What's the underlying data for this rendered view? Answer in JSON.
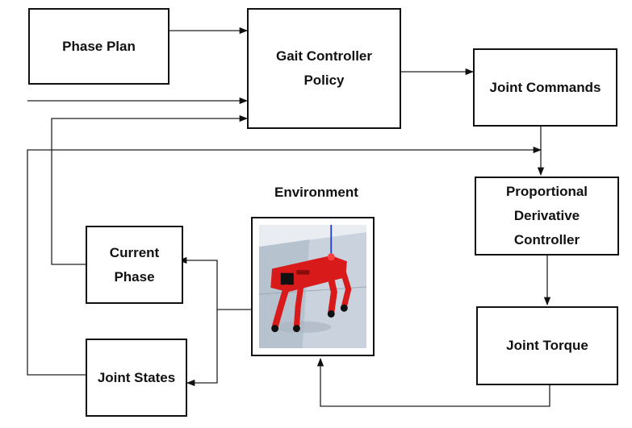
{
  "nodes": {
    "phase_plan": "Phase Plan",
    "gait_controller": "Gait Controller\nPolicy",
    "joint_commands": "Joint Commands",
    "pd_controller": "Proportional\nDerivative\nController",
    "joint_torque": "Joint Torque",
    "current_phase": "Current\nPhase",
    "joint_states": "Joint States",
    "environment_label": "Environment"
  },
  "environment_image": {
    "subject": "red quadruped robot in simulation",
    "colors": {
      "robot": "#d81a1a",
      "floor": "#c9d2dd",
      "sky": "#e9edf2"
    }
  }
}
